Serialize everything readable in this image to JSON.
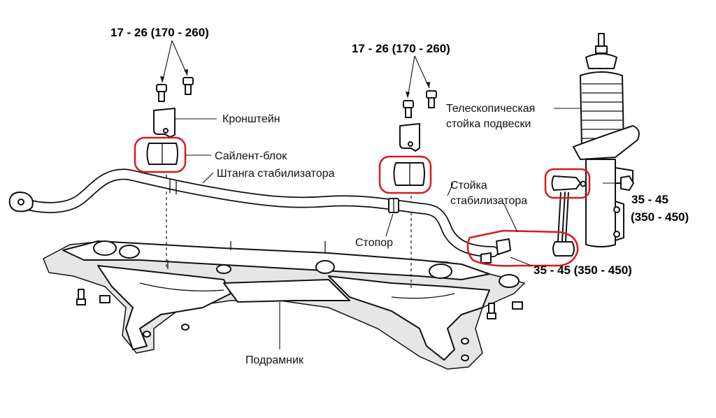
{
  "torque_labels": {
    "bracket_left_bolts": "17 - 26 (170 - 260)",
    "bracket_right_bolts": "17 - 26 (170 - 260)",
    "strut_nut_line1": "35 - 45",
    "strut_nut_line2": "(350 - 450)",
    "link_lower_nut": "35 - 45 (350 - 450)"
  },
  "part_labels": {
    "bracket": "Кронштейн",
    "bushing": "Сайлент-блок",
    "stabilizer_bar": "Штанга стабилизатора",
    "strut_line1": "Телескопическая",
    "strut_line2": "стойка подвески",
    "link_line1": "Стойка",
    "link_line2": "стабилизатора",
    "stopper": "Стопор",
    "subframe": "Подрамник"
  },
  "colors": {
    "highlight": "#d81b1b",
    "ink": "#111111",
    "background": "#ffffff"
  }
}
